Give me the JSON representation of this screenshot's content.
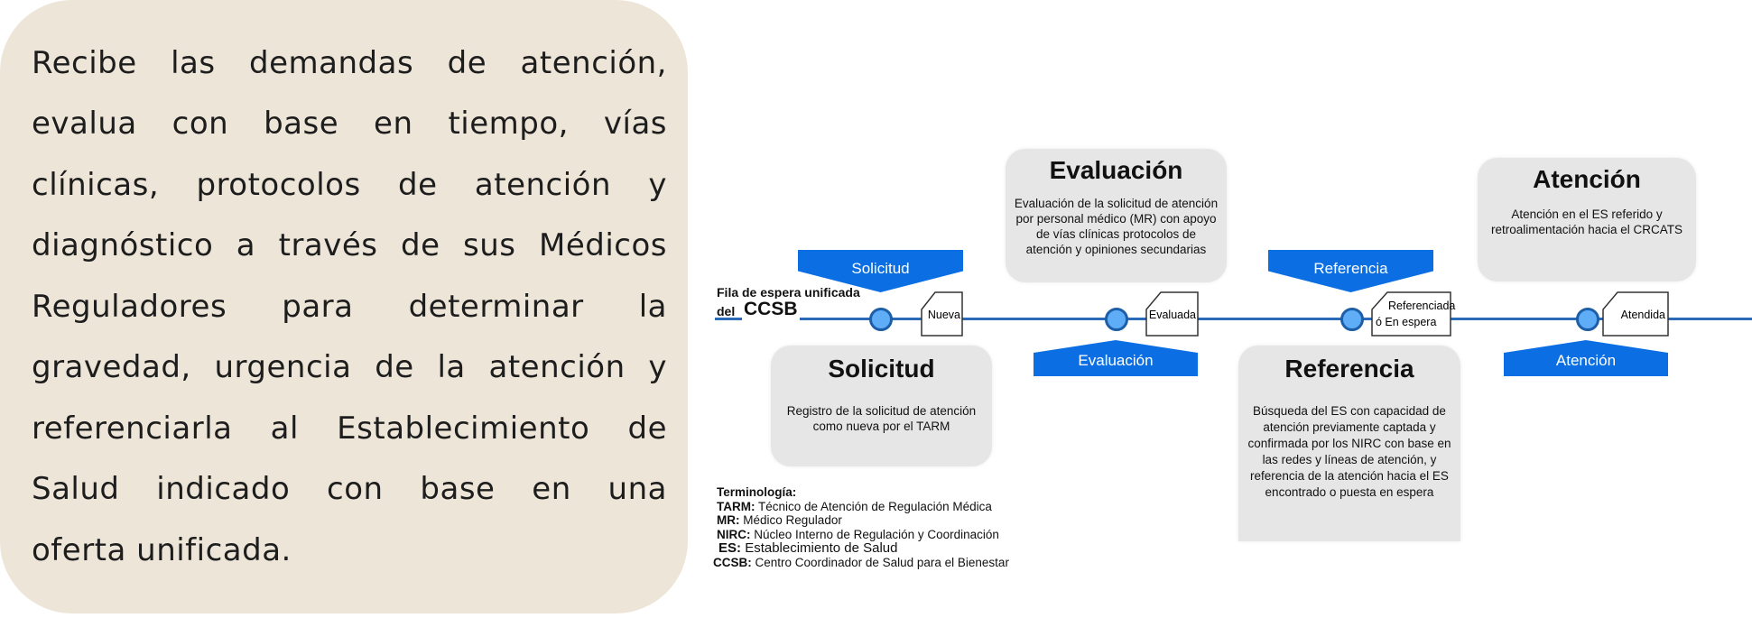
{
  "description_panel": {
    "lines": [
      "Recibe las demandas de atención,",
      "evalua con base en tiempo, vías",
      "clínicas, protocolos de atención y",
      "diagnóstico a través de sus Médicos",
      "Reguladores para determinar la",
      "gravedad, urgencia de la atención y",
      "referenciarla al Establecimiento de",
      "Salud indicado con base en una",
      "oferta unificada."
    ]
  },
  "diagram": {
    "queue_label": "Fila de espera unificada",
    "queue_del": "del",
    "queue_ccsb": "CCSB",
    "states": [
      "Nueva",
      "Evaluada",
      "Referenciada ó En espera",
      "Atendida"
    ],
    "state_referenciada_lines": [
      "Referenciada",
      "ó En espera"
    ],
    "banners": {
      "solicitud": "Solicitud",
      "evaluacion": "Evaluación",
      "referencia": "Referencia",
      "atencion": "Atención"
    },
    "boxes": {
      "solicitud": {
        "title": "Solicitud",
        "text": "Registro de la solicitud de atención como nueva por el TARM"
      },
      "evaluacion": {
        "title": "Evaluación",
        "text": "Evaluación de la solicitud de atención por personal médico (MR) con apoyo de vías clínicas protocolos de atención y opiniones secundarias"
      },
      "referencia": {
        "title": "Referencia",
        "text": "Búsqueda del ES con capacidad de atención previamente captada y confirmada por los NIRC con base en las redes y líneas de atención, y referencia de la atención hacia el ES encontrado o puesta en espera"
      },
      "atencion": {
        "title": "Atención",
        "text": "Atención en el ES referido y retroalimentación hacia el CRCATS"
      }
    },
    "terminology": {
      "title": "Terminología:",
      "items": [
        {
          "abbr": "TARM:",
          "def": "Técnico de Atención de Regulación Médica"
        },
        {
          "abbr": "MR:",
          "def": "Médico Regulador"
        },
        {
          "abbr": "NIRC:",
          "def": "Núcleo Interno de Regulación y Coordinación"
        },
        {
          "abbr": "ES:",
          "def": "Establecimiento de Salud"
        },
        {
          "abbr": "CCSB:",
          "def": "Centro Coordinador de Salud para el Bienestar"
        }
      ]
    }
  },
  "colors": {
    "beige": "#ede5d8",
    "blue": "#0b6fe3",
    "node": "#5fadf6",
    "box": "#e6e6e6"
  }
}
